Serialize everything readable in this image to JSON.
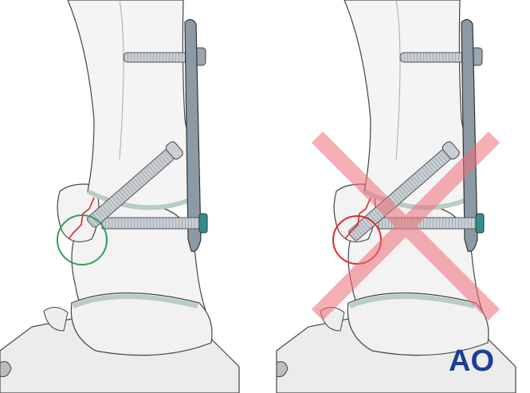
{
  "logo": {
    "text": "AO",
    "color": "#1b3f94"
  },
  "panels": [
    {
      "id": "correct",
      "marker": "circle",
      "marker_color": "#2e9e5e"
    },
    {
      "id": "incorrect",
      "marker": "circle",
      "marker_color": "#e0262c",
      "cross_color": "#f08a90"
    }
  ],
  "colors": {
    "bone": "#f2f2f2",
    "bone_shade": "#e2e2e2",
    "outline": "#444444",
    "plate": "#8c9aa6",
    "cartilage": "#dfe9e6",
    "fracture": "#e0262c"
  }
}
